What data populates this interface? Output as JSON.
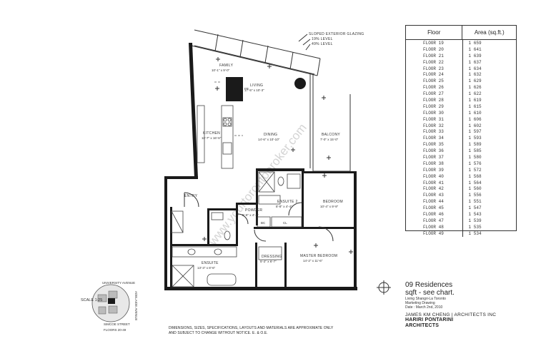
{
  "drawing": {
    "callouts": {
      "glazing_title": "SLOPED EXTERIOR GLAZING",
      "level_a": "19% LEVEL",
      "level_b": "49% LEVEL"
    },
    "rooms": [
      {
        "id": "family",
        "name": "FAMILY",
        "dims": "10'-1\" x 9'-0\""
      },
      {
        "id": "living",
        "name": "LIVING",
        "dims": "17'-5\" x 10'-3\""
      },
      {
        "id": "kitchen",
        "name": "KITCHEN",
        "dims": "11'-7\" x 16'-6\""
      },
      {
        "id": "dining",
        "name": "DINING",
        "dims": "14'-6\" x 10'-10\""
      },
      {
        "id": "balcony",
        "name": "BALCONY",
        "dims": "7'-0\" x 15'-0\""
      },
      {
        "id": "entry",
        "name": "ENTRY",
        "dims": ""
      },
      {
        "id": "ensuite2",
        "name": "ENSUITE 2",
        "dims": "8'-8\" x 4'-4\""
      },
      {
        "id": "bedroom",
        "name": "BEDROOM",
        "dims": "10'-4\" x 9'-9\""
      },
      {
        "id": "powder",
        "name": "POWDER",
        "dims": "5'-6\" x 4'-4\""
      },
      {
        "id": "dressing",
        "name": "DRESSING",
        "dims": "5'-2\" x 6'-7\""
      },
      {
        "id": "master",
        "name": "MASTER BEDROOM",
        "dims": "14'-2\" x 11'-6\""
      },
      {
        "id": "ensuite",
        "name": "ENSUITE",
        "dims": "13'-3\" x 8'-6\""
      }
    ],
    "fixture_tags": {
      "fp": "FP",
      "bc": "BC",
      "cl": "CL"
    },
    "watermark": "www.yourtorontobroker.com",
    "keyplan": {
      "street_top": "UNIVERSITY AVENUE",
      "street_bottom": "SIMCOE STREET",
      "street_right": "ADELAIDE AVENUE",
      "floors": "FLOORS 20-49"
    },
    "scale": "SCALE 1:25"
  },
  "table": {
    "headers": {
      "floor": "Floor",
      "area": "Area (sq.ft.)"
    },
    "rows": [
      {
        "floor": "FLOOR 19",
        "area": "1 659"
      },
      {
        "floor": "FLOOR 20",
        "area": "1 641"
      },
      {
        "floor": "FLOOR 21",
        "area": "1 639"
      },
      {
        "floor": "FLOOR 22",
        "area": "1 637"
      },
      {
        "floor": "FLOOR 23",
        "area": "1 634"
      },
      {
        "floor": "FLOOR 24",
        "area": "1 632"
      },
      {
        "floor": "FLOOR 25",
        "area": "1 629"
      },
      {
        "floor": "FLOOR 26",
        "area": "1 626"
      },
      {
        "floor": "FLOOR 27",
        "area": "1 622"
      },
      {
        "floor": "FLOOR 28",
        "area": "1 619"
      },
      {
        "floor": "FLOOR 29",
        "area": "1 615"
      },
      {
        "floor": "FLOOR 30",
        "area": "1 610"
      },
      {
        "floor": "FLOOR 31",
        "area": "1 606"
      },
      {
        "floor": "FLOOR 32",
        "area": "1 602"
      },
      {
        "floor": "FLOOR 33",
        "area": "1 597"
      },
      {
        "floor": "FLOOR 34",
        "area": "1 593"
      },
      {
        "floor": "FLOOR 35",
        "area": "1 589"
      },
      {
        "floor": "FLOOR 36",
        "area": "1 585"
      },
      {
        "floor": "FLOOR 37",
        "area": "1 580"
      },
      {
        "floor": "FLOOR 38",
        "area": "1 576"
      },
      {
        "floor": "FLOOR 39",
        "area": "1 572"
      },
      {
        "floor": "FLOOR 40",
        "area": "1 568"
      },
      {
        "floor": "FLOOR 41",
        "area": "1 564"
      },
      {
        "floor": "FLOOR 42",
        "area": "1 560"
      },
      {
        "floor": "FLOOR 43",
        "area": "1 556"
      },
      {
        "floor": "FLOOR 44",
        "area": "1 551"
      },
      {
        "floor": "FLOOR 45",
        "area": "1 547"
      },
      {
        "floor": "FLOOR 46",
        "area": "1 543"
      },
      {
        "floor": "FLOOR 47",
        "area": "1 539"
      },
      {
        "floor": "FLOOR 48",
        "area": "1 535"
      },
      {
        "floor": "FLOOR 49",
        "area": "1 534"
      }
    ]
  },
  "title_block": {
    "unit": "09 Residences",
    "sqft": "sqft - see chart.",
    "project": "Living Shangri-La Toronto",
    "drawing_type": "Marketing Drawing",
    "date": "Date : March 2nd, 2010",
    "architect": "JAMES KM CHENG | ARCHITECTS INC",
    "firm_line1": "HARIRI PONTARINI",
    "firm_line2": "ARCHITECTS"
  },
  "disclaimer": "DIMENSIONS, SIZES, SPECIFICATIONS, LAYOUTS AND MATERIALS ARE APPROXIMATE ONLY AND SUBJECT TO CHANGE WITHOUT NOTICE. E. & O.E."
}
